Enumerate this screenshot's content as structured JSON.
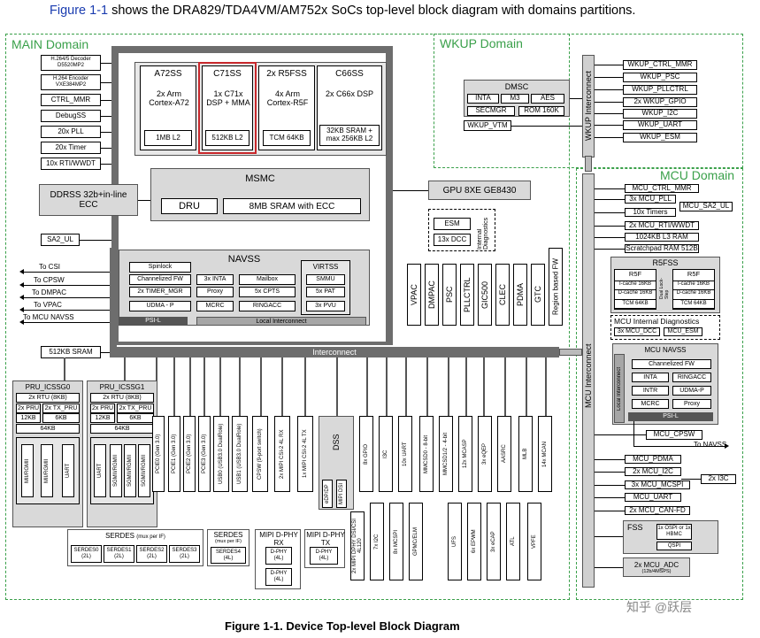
{
  "header": {
    "link_text": "Figure 1-1",
    "text": " shows the DRA829/TDA4VM/AM752x SoCs top-level block diagram with domains partitions."
  },
  "caption": "Figure 1-1. Device Top-level Block Diagram",
  "watermark": "知乎 @跃层",
  "main": {
    "label": "MAIN Domain",
    "left_blocks": [
      "H.264/5 Decoder D5520MP2",
      "H.264 Encoder VXE384MP2",
      "CTRL_MMR",
      "DebugSS",
      "20x PLL",
      "20x Timer",
      "10x RTI/WWDT"
    ],
    "ddrss": "DDRSS 32b+in-line ECC",
    "sa2ul": "SA2_UL",
    "cores": {
      "a72": {
        "name": "A72SS",
        "cpu": "2x Arm Cortex-A72",
        "mem": "1MB L2"
      },
      "c71": {
        "name": "C71SS",
        "cpu": "1x C71x DSP + MMA",
        "mem": "512KB L2"
      },
      "r5f": {
        "name": "2x R5FSS",
        "cpu": "4x Arm Cortex-R5F",
        "mem": "TCM 64KB"
      },
      "c66": {
        "name": "C66SS",
        "cpu": "2x C66x DSP",
        "mem": "32KB SRAM + max 256KB L2"
      }
    },
    "msmc": {
      "name": "MSMC",
      "dru": "DRU",
      "sram": "8MB SRAM with ECC"
    },
    "gpu": "GPU 8XE GE8430",
    "esm": "ESM",
    "dcc": "13x DCC",
    "internal_diag": "Internal Diagnostics",
    "navss": {
      "name": "NAVSS",
      "col1": [
        "Spinlock",
        "Channelized FW",
        "2x TIMER_MGR",
        "UDMA - P"
      ],
      "col2": [
        "3x INTA",
        "Proxy",
        "MCRC"
      ],
      "col3": [
        "Mailbox",
        "5x CPTS",
        "RINGACC"
      ],
      "virtss": "VIRTSS",
      "col4": [
        "SMMU",
        "5x PAT",
        "3x PVU"
      ],
      "psil": "PSI-L",
      "local_ic": "Local Interconnect"
    },
    "to_labels": [
      "To CSI",
      "To CPSW",
      "To DMPAC",
      "To VPAC",
      "To MCU NAVSS"
    ],
    "vert_blocks": [
      "VPAC",
      "DMPAC",
      "PSC",
      "PLLCTRL",
      "GIC500",
      "CLEC",
      "PDMA",
      "GTC",
      "Region based FW"
    ],
    "sram512": "512KB SRAM",
    "interconnect": "Interconnect",
    "pru0": {
      "name": "PRU_ICSSG0",
      "rtu": "2x RTU (8KB)",
      "pru": "2x PRU",
      "txpru": "2x TX_PRU",
      "k12": "12KB",
      "k6": "6KB",
      "k64": "64KB",
      "rgmii": "MII/RGMII",
      "uart": "UART"
    },
    "pru1": {
      "name": "PRU_ICSSG1",
      "rtu": "2x RTU (8KB)",
      "pru": "2x PRU",
      "txpru": "2x TX_PRU",
      "k12": "12KB",
      "k6": "6KB",
      "k64": "64KB",
      "uart": "UART",
      "sgmii": "SGMII/RGMII"
    },
    "periph_vert": [
      "PCIE0 (Gen 3.0)",
      "PCIE1 (Gen 3.0)",
      "PCIE2 (Gen 3.0)",
      "PCIE3 (Gen 3.0)",
      "USB0 (USB3.0 DualRole)",
      "USB1 (USB3.0 DualRole)",
      "CPSW (9-port switch)",
      "2x MIPI CSI-2 4L RX",
      "1x MIPI CSI-2 4L TX"
    ],
    "dss": "DSS",
    "edp": "eDP/DP",
    "mipidsi": "MIPI DSI",
    "periph_vert2": [
      "8x GPIO",
      "I3C",
      "10x UART",
      "MMCSD0 - 8-bit",
      "MMCSD1/2 - 4-bit",
      "12x MCASP",
      "3x eQEP",
      "AASRC",
      "MLB",
      "14x MCAN"
    ],
    "periph_vert3": [
      "2x MIPI DPHY DSI/CSI 4L120",
      "7x I2C",
      "8x MCSPI",
      "GPMC/ELM",
      "UFS",
      "6x EPWM",
      "3x eCAP",
      "ATL",
      "VPFE"
    ],
    "serdes": {
      "name": "SERDES",
      "sub": "(mux per IF)",
      "lanes": [
        "SERDES0",
        "SERDES1",
        "SERDES2",
        "SERDES3"
      ],
      "lane_sub": "(2L)"
    },
    "serdes4": {
      "name": "SERDES",
      "sub": "(mux per IF)",
      "lane": "SERDES4",
      "lane_sub": "(4L)"
    },
    "dphy_rx": {
      "name": "MIPI D-PHY RX",
      "d1": "D-PHY (4L)",
      "d2": "D-PHY (4L)"
    },
    "dphy_tx": {
      "name": "MIPI D-PHY TX",
      "d1": "D-PHY (4L)"
    }
  },
  "wkup": {
    "label": "WKUP Domain",
    "interconnect": "WKUP Interconnect",
    "dmsc": {
      "name": "DMSC",
      "items": [
        "INTA",
        "M3",
        "AES",
        "SECMGR",
        "ROM 160K"
      ]
    },
    "vtm": "WKUP_VTM",
    "list": [
      "WKUP_CTRL_MMR",
      "WKUP_PSC",
      "WKUP_PLLCTRL",
      "2x WKUP_GPIO",
      "WKUP_I2C",
      "WKUP_UART",
      "WKUP_ESM"
    ]
  },
  "mcu": {
    "label": "MCU Domain",
    "interconnect": "MCU Interconnect",
    "list": [
      "MCU_CTRL_MMR",
      "3x MCU_PLL",
      "10x Timers",
      "2x MCU_RTI/WWDT",
      "1024KB L3 RAM",
      "Scratchpad RAM 512B"
    ],
    "sa2": "MCU_SA2_UL",
    "r5fss": {
      "name": "R5FSS",
      "r5f": "R5F",
      "icache": "I-cache 16KB",
      "dcache": "D-cache 16KB",
      "tcm": "TCM 64KB",
      "dual": "Dual Lock-Step"
    },
    "diag": {
      "name": "MCU Internal Diagnostics",
      "dcc": "3x MCU_DCC",
      "esm": "MCU_ESM"
    },
    "navss": {
      "name": "MCU NAVSS",
      "fw": "Channelized FW",
      "inta": "INTA",
      "ringacc": "RINGACC",
      "intr": "INTR",
      "udma": "UDMA-P",
      "mcrc": "MCRC",
      "proxy": "Proxy",
      "psil": "PSI-L",
      "local_ic": "Local Interconnect"
    },
    "cpsw": "MCU_CPSW",
    "to_navss": "To NAVSS",
    "list2": [
      "MCU_PDMA",
      "2x MCU_I2C",
      "3x MCU_MCSPI",
      "MCU_UART",
      "2x MCU_CAN-FD"
    ],
    "i3c": "2x I3C",
    "fss": {
      "name": "FSS",
      "ospi": "1x OSPI or 1x HBMC",
      "qspi": "QSPI"
    },
    "adc": {
      "name": "2x MCU_ADC",
      "sub": "(12b/4MSPS)"
    }
  }
}
